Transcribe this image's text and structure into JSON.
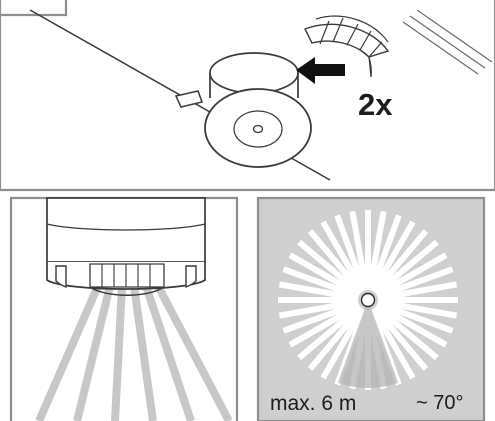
{
  "figure": {
    "top_panel": {
      "repeat_label": "2x",
      "arrow_direction": "left"
    },
    "bottom_left_panel": {
      "beam_count": 6
    },
    "bottom_right_panel": {
      "range_label": "max. 6 m",
      "angle_label": "~ 70°",
      "ray_count": 36,
      "panel_fill": "#cfcfcf"
    }
  },
  "colors": {
    "line": "#3a3a3a",
    "frame": "#8e8e8e",
    "beam": "#c7c7c7",
    "background": "#ffffff"
  }
}
